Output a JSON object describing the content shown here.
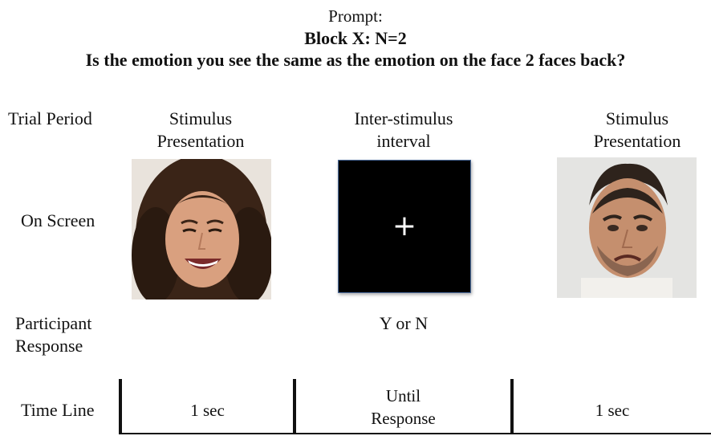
{
  "prompt": {
    "label": "Prompt:",
    "block": "Block X: N=2",
    "question": "Is the emotion you see the same as the emotion on the face 2 faces back?"
  },
  "rows": {
    "trial_period": "Trial Period",
    "on_screen": "On Screen",
    "participant_response_line1": "Participant",
    "participant_response_line2": "Response",
    "time_line": "Time Line"
  },
  "columns": [
    {
      "heading_line1": "Stimulus",
      "heading_line2": "Presentation",
      "screen": "happy-face-photo",
      "response": "",
      "duration_line1": "1 sec",
      "duration_line2": ""
    },
    {
      "heading_line1": "Inter-stimulus",
      "heading_line2": "interval",
      "screen": "fixation-cross",
      "cross_glyph": "+",
      "response": "Y or N",
      "duration_line1": "Until",
      "duration_line2": "Response"
    },
    {
      "heading_line1": "Stimulus",
      "heading_line2": "Presentation",
      "screen": "sad-face-photo",
      "response": "",
      "duration_line1": "1 sec",
      "duration_line2": ""
    }
  ],
  "colors": {
    "isi_background": "#000000",
    "isi_border": "#4a6a9a",
    "text": "#111111"
  }
}
